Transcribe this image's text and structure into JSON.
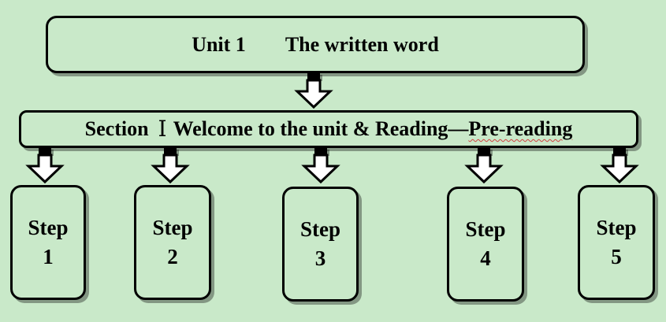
{
  "title": {
    "unit": "Unit 1",
    "topic": "The written word"
  },
  "section": {
    "prefix": "Section",
    "numeral": "Ⅰ",
    "text": "Welcome to the unit & Reading—",
    "underlined": "Pre-reading"
  },
  "steps": [
    {
      "label": "Step",
      "number": "1"
    },
    {
      "label": "Step",
      "number": "2"
    },
    {
      "label": "Step",
      "number": "3"
    },
    {
      "label": "Step",
      "number": "4"
    },
    {
      "label": "Step",
      "number": "5"
    }
  ],
  "colors": {
    "background": "#c9e9c9",
    "stroke": "#000000",
    "spellcheck_underline": "#d04040"
  }
}
